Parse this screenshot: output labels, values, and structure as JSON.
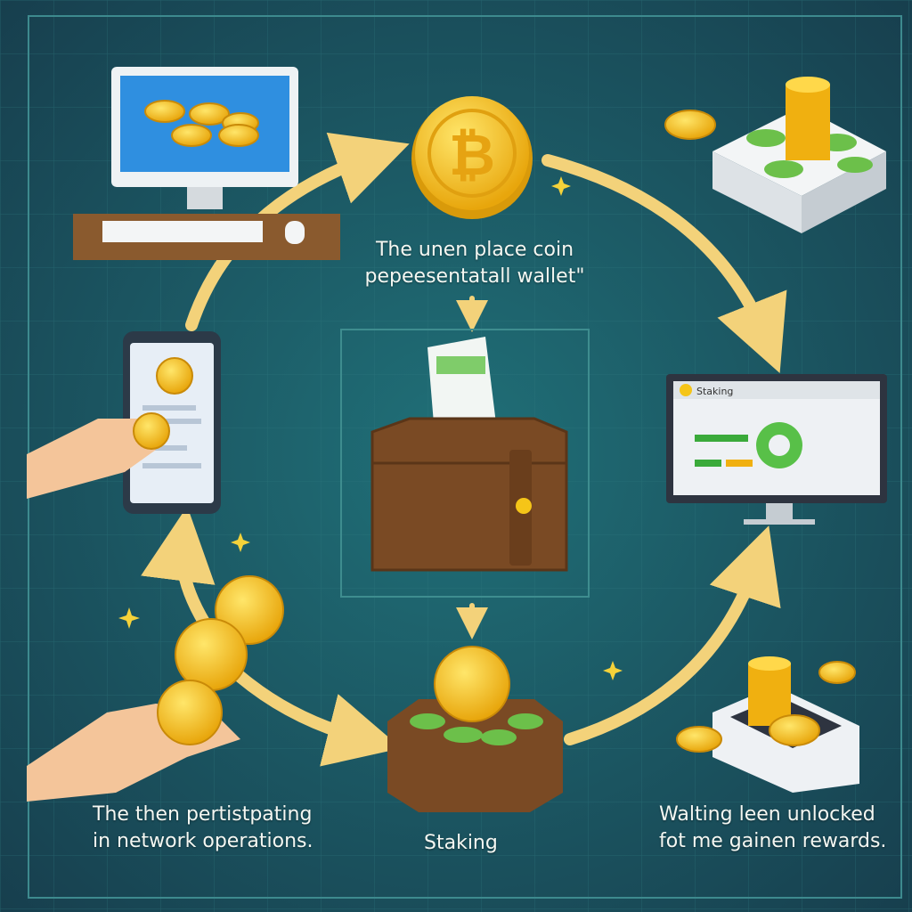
{
  "captions": {
    "top_line1": "The unen place coin",
    "top_line2": "pepeesentatall wallet\"",
    "left_line1": "The then pertistpating",
    "left_line2": "in network operations.",
    "center": "Staking",
    "right_line1": "Walting leen unlocked",
    "right_line2": "fot me gainen rewards."
  },
  "monitor_label": "Staking",
  "colors": {
    "background": "#1d5e66",
    "coin": "#f5c518",
    "arrow": "#f3d27a",
    "wallet": "#7a4a24",
    "cash": "#6cc04a"
  }
}
